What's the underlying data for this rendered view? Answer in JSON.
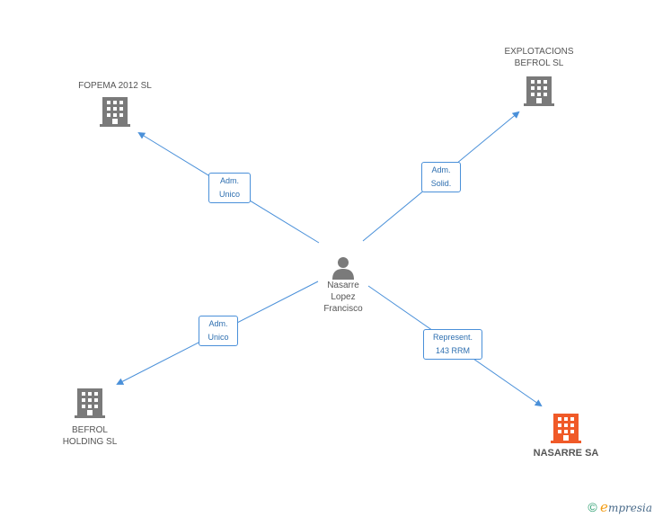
{
  "center": {
    "name_lines": [
      "Nasarre",
      "Lopez",
      "Francisco"
    ],
    "icon": "person-icon"
  },
  "companies": [
    {
      "id": "fopema",
      "name_lines": [
        "FOPEMA 2012 SL"
      ],
      "icon": "building-icon",
      "color": "#7a7a7a"
    },
    {
      "id": "explotacions",
      "name_lines": [
        "EXPLOTACIONS",
        "BEFROL SL"
      ],
      "icon": "building-icon",
      "color": "#7a7a7a"
    },
    {
      "id": "befrol-holding",
      "name_lines": [
        "BEFROL",
        "HOLDING SL"
      ],
      "icon": "building-icon",
      "color": "#7a7a7a"
    },
    {
      "id": "nasarre",
      "name_lines": [
        "NASARRE SA"
      ],
      "icon": "building-icon",
      "color": "#f05a28",
      "highlight": true
    }
  ],
  "relations": [
    {
      "to": "fopema",
      "lines": [
        "Adm.",
        "Unico"
      ]
    },
    {
      "to": "explotacions",
      "lines": [
        "Adm.",
        "Solid."
      ]
    },
    {
      "to": "befrol-holding",
      "lines": [
        "Adm.",
        "Unico"
      ]
    },
    {
      "to": "nasarre",
      "lines": [
        "Represent.",
        "143 RRM"
      ]
    }
  ],
  "colors": {
    "edge": "#4a90d9",
    "text": "#555555"
  },
  "footer": {
    "copyright": "©",
    "brand_initial": "e",
    "brand_rest": "mpresia"
  }
}
